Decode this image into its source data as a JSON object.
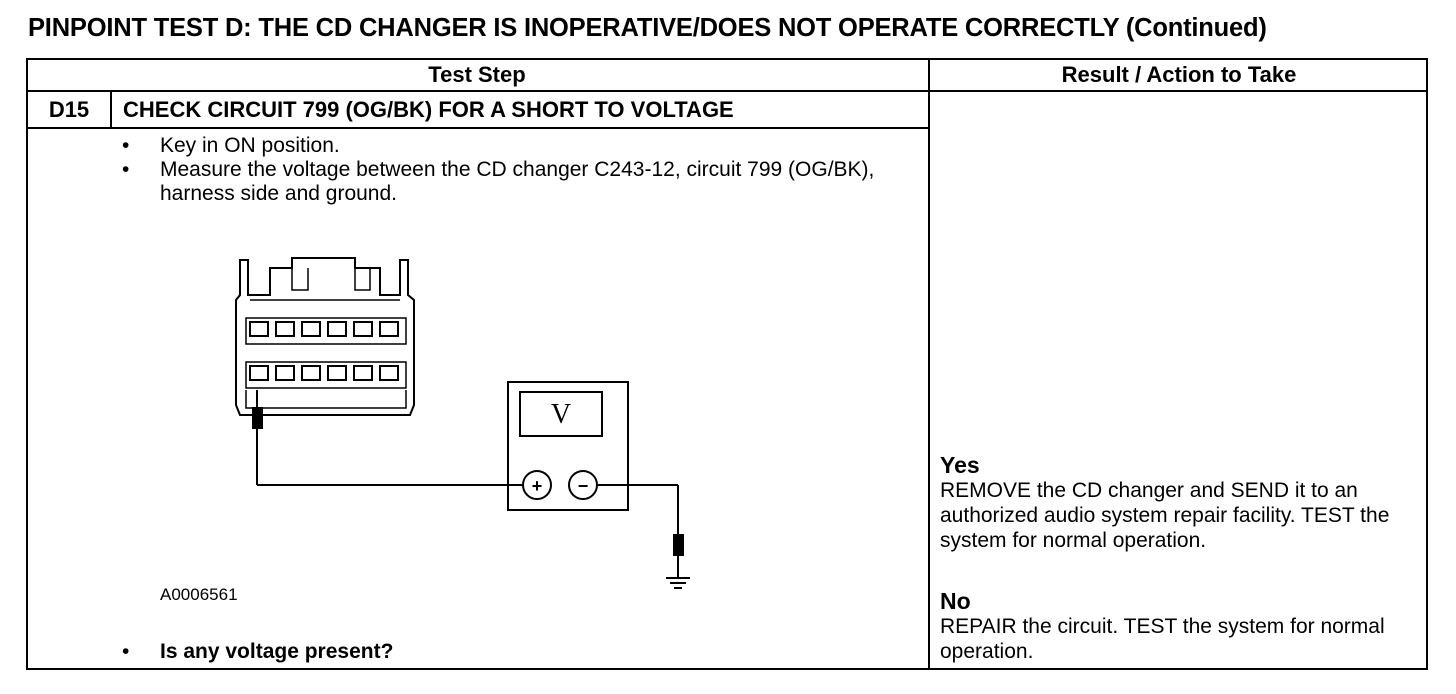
{
  "page_title": "PINPOINT TEST D: THE CD CHANGER IS INOPERATIVE/DOES NOT OPERATE CORRECTLY (Continued)",
  "table": {
    "headers": [
      "Test Step",
      "Result / Action to Take"
    ]
  },
  "step": {
    "id": "D15",
    "title": "CHECK CIRCUIT 799 (OG/BK) FOR A SHORT TO VOLTAGE",
    "bullet_char": "•",
    "instructions": [
      "Key in ON position.",
      "Measure the voltage between the CD changer C243-12, circuit 799 (OG/BK), harness side and ground."
    ],
    "figure": {
      "id": "A0006561",
      "meter_label": "V",
      "plus_symbol": "+",
      "minus_symbol": "−"
    },
    "question": "Is any voltage present?"
  },
  "results": [
    {
      "answer": "Yes",
      "action": "REMOVE the CD changer and SEND it to an authorized audio system repair facility. TEST the system for normal operation."
    },
    {
      "answer": "No",
      "action": "REPAIR the circuit. TEST the system for normal operation."
    }
  ]
}
